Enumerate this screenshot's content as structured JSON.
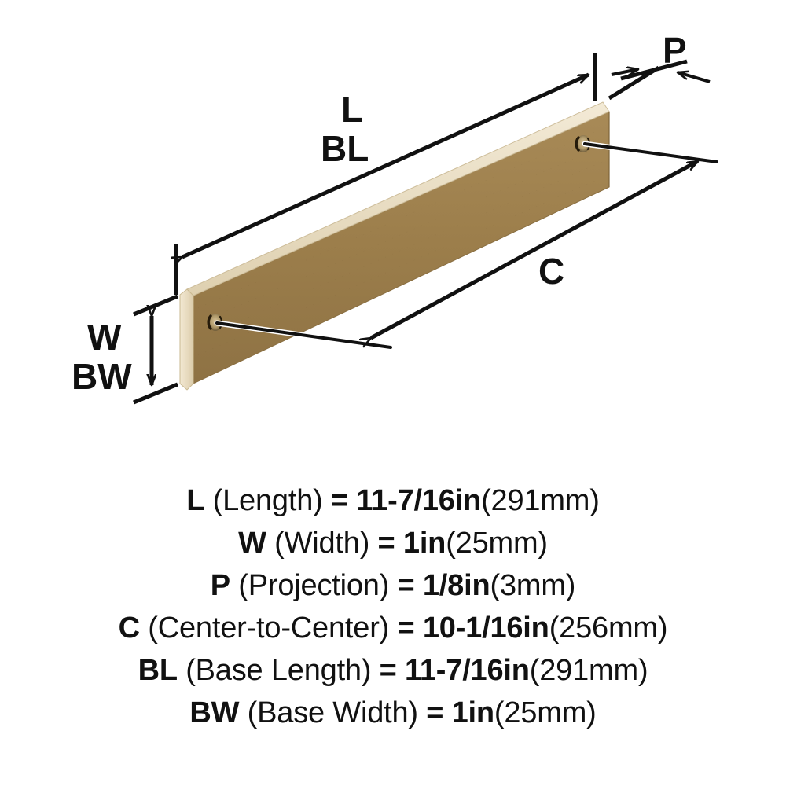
{
  "diagram": {
    "title": "Cabinet pull dimension diagram",
    "product_colors": {
      "face": "#9d7f4c",
      "face_shadow": "#8d7143",
      "top_edge": "#e8dcc2",
      "end_cap": "#efe4cd",
      "end_cap_edge": "#d6c8a8",
      "outline": "#c9bb9c",
      "line": "#111111"
    },
    "callouts": [
      {
        "key": "L",
        "label": "L",
        "name": "length-callout"
      },
      {
        "key": "BL",
        "label": "BL",
        "name": "base-length-callout"
      },
      {
        "key": "P",
        "label": "P",
        "name": "projection-callout"
      },
      {
        "key": "C",
        "label": "C",
        "name": "center-to-center-callout"
      },
      {
        "key": "W",
        "label": "W",
        "name": "width-callout"
      },
      {
        "key": "BW",
        "label": "BW",
        "name": "base-width-callout"
      }
    ],
    "labels": {
      "L": "L",
      "BL": "BL",
      "P": "P",
      "C": "C",
      "W": "W",
      "BW": "BW"
    }
  },
  "legend": {
    "rows": [
      {
        "symbol": "L",
        "name": "(Length)",
        "equals": "=",
        "value": "11-7/16in",
        "metric": "(291mm)"
      },
      {
        "symbol": "W",
        "name": "(Width)",
        "equals": "=",
        "value": "1in",
        "metric": "(25mm)"
      },
      {
        "symbol": "P",
        "name": "(Projection)",
        "equals": "=",
        "value": "1/8in",
        "metric": "(3mm)"
      },
      {
        "symbol": "C",
        "name": "(Center-to-Center)",
        "equals": "=",
        "value": "10-1/16in",
        "metric": "(256mm)"
      },
      {
        "symbol": "BL",
        "name": "(Base Length)",
        "equals": "=",
        "value": "11-7/16in",
        "metric": "(291mm)"
      },
      {
        "symbol": "BW",
        "name": "(Base Width)",
        "equals": "=",
        "value": "1in",
        "metric": "(25mm)"
      }
    ]
  }
}
